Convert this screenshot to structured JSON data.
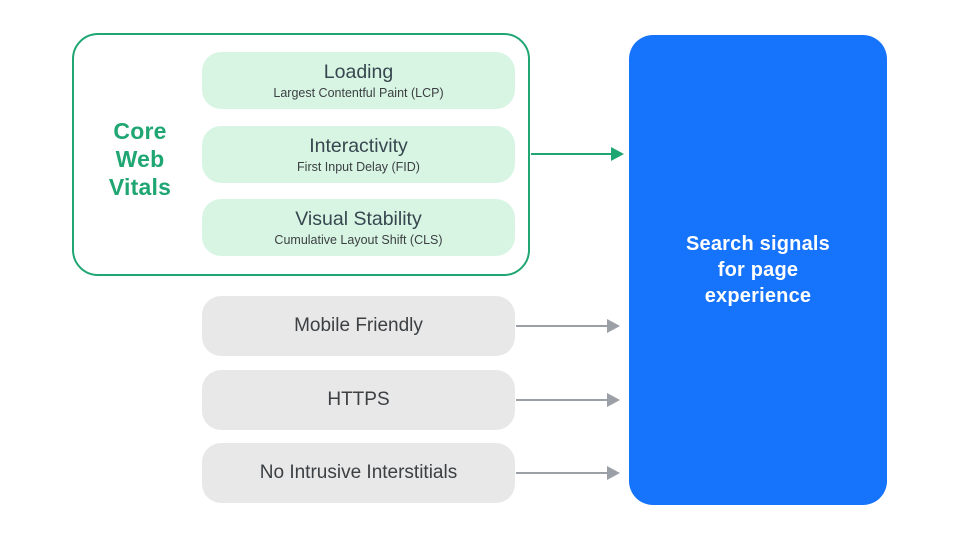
{
  "title": "Search signals for page experience diagram",
  "colors": {
    "green_accent": "#1FA672",
    "green_pill_bg": "#D8F5E4",
    "gray_pill_bg": "#E8E8E9",
    "gray_arrow": "#9AA0A6",
    "dark_text": "#3C4043",
    "blue_box_bg": "#1673FB",
    "blue_box_text": "#FFFFFF"
  },
  "core_web_vitals": {
    "label_lines": [
      "Core",
      "Web",
      "Vitals"
    ],
    "pills": [
      {
        "title": "Loading",
        "subtitle": "Largest Contentful Paint (LCP)"
      },
      {
        "title": "Interactivity",
        "subtitle": "First Input Delay (FID)"
      },
      {
        "title": "Visual Stability",
        "subtitle": "Cumulative Layout Shift (CLS)"
      }
    ]
  },
  "other_signals": [
    {
      "label": "Mobile Friendly"
    },
    {
      "label": "HTTPS"
    },
    {
      "label": "No Intrusive Interstitials"
    }
  ],
  "result": {
    "label_lines": [
      "Search signals",
      "for page",
      "experience"
    ]
  }
}
